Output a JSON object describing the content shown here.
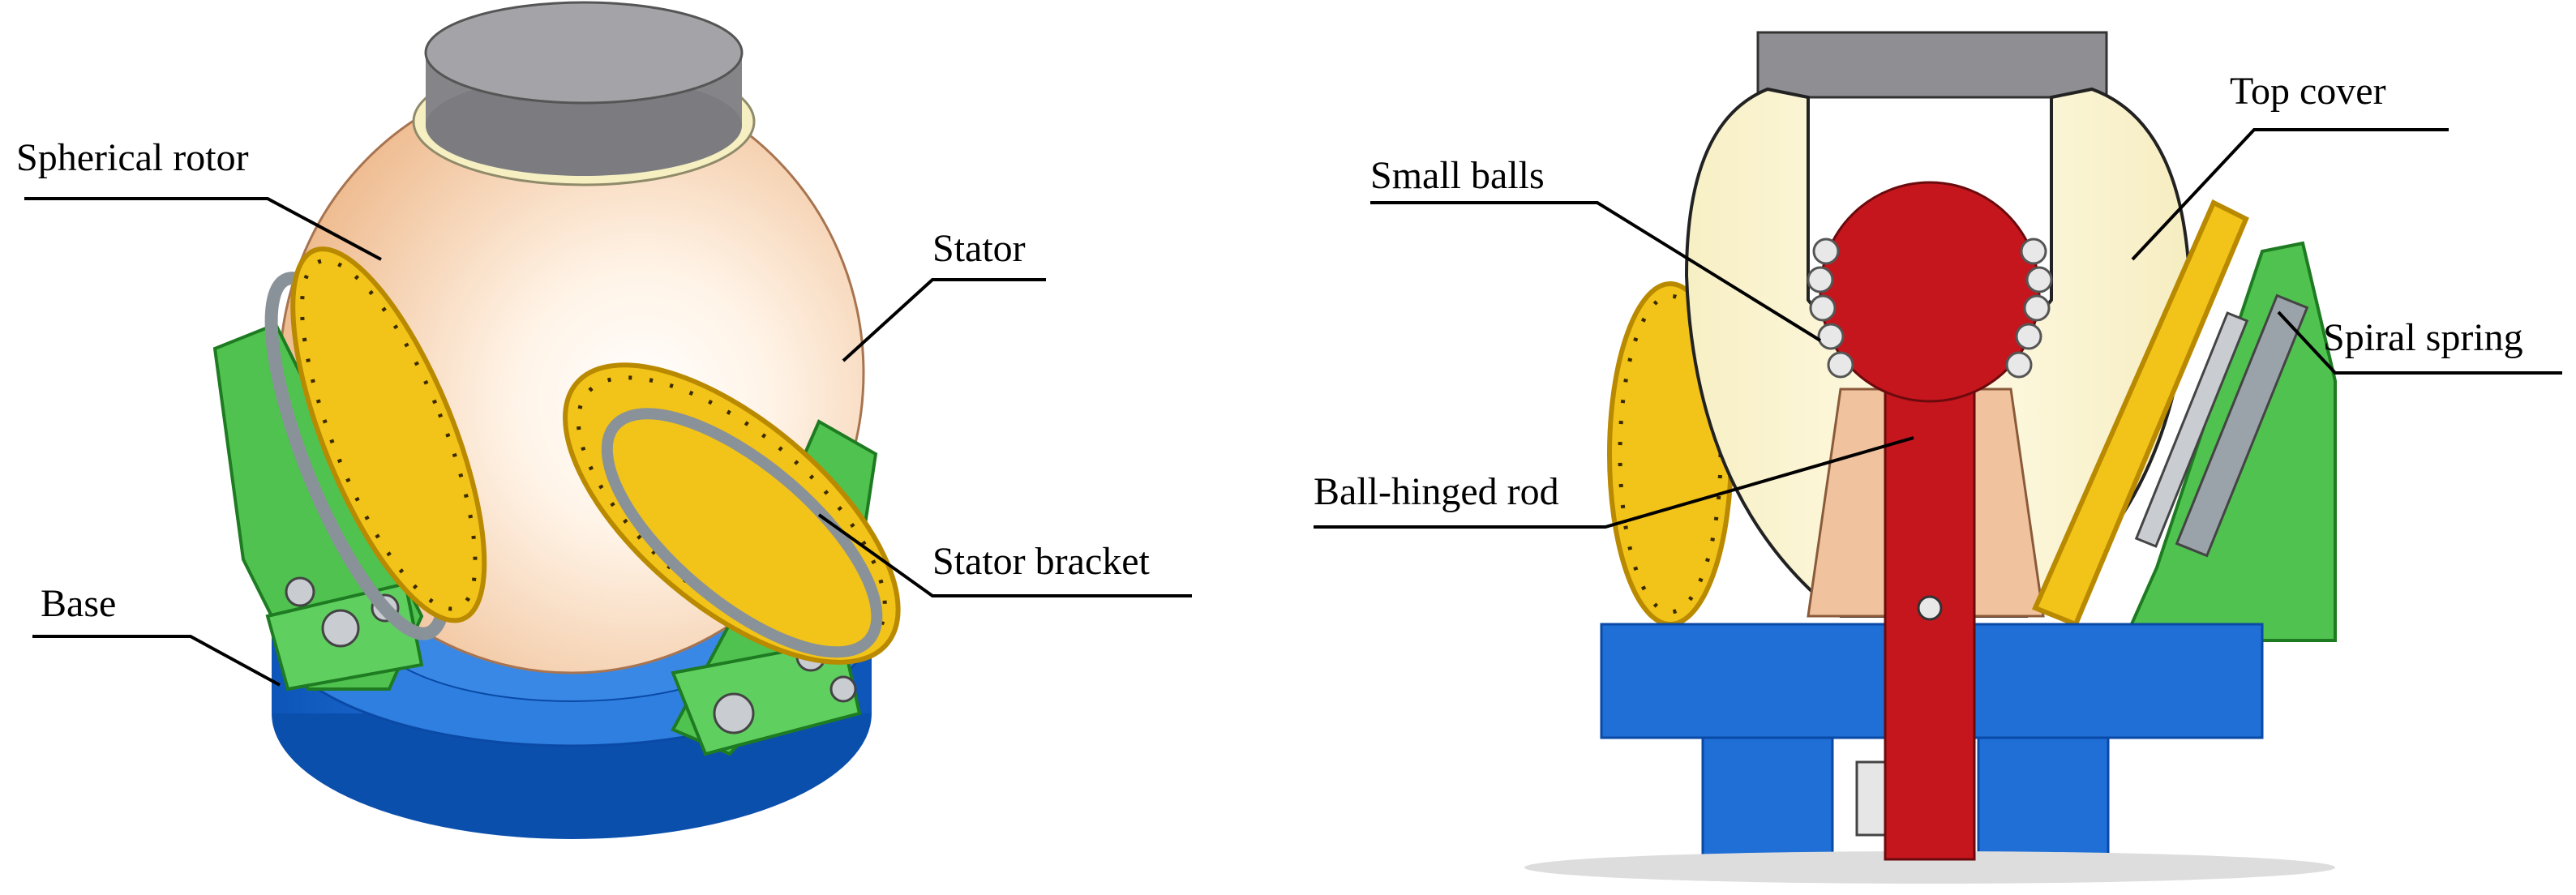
{
  "labels": {
    "spherical_rotor": "Spherical rotor",
    "stator": "Stator",
    "stator_bracket": "Stator bracket",
    "base": "Base",
    "small_balls": "Small balls",
    "ball_hinged_rod": "Ball-hinged rod",
    "top_cover": "Top cover",
    "spiral_spring": "Spiral spring"
  },
  "colors": {
    "rotor": "#f4c9a3",
    "rotor_highlight": "#fff6ee",
    "stator_gear": "#f2c318",
    "stator_gear_dark": "#b98a00",
    "bracket": "#4fc24f",
    "bracket_dark": "#1e7b22",
    "base": "#1f6fd6",
    "base_dark": "#0a4aa6",
    "cap": "#8f8f93",
    "cap_top": "#a6a6aa",
    "rod": "#c4161c",
    "top_cover": "#fbf6d6",
    "screw": "#c9cdd2",
    "spring": "#9ba3aa"
  }
}
